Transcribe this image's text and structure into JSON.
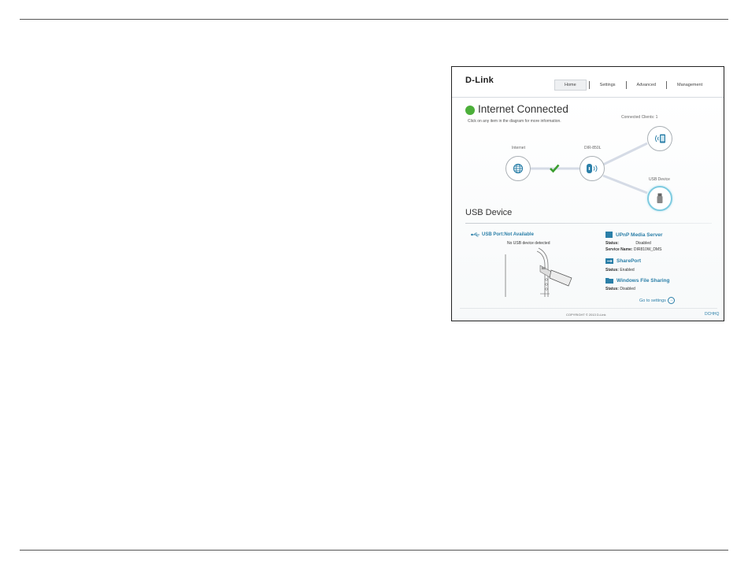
{
  "header": {
    "logo": "D-Link",
    "tabs": [
      {
        "label": "Home",
        "active": true
      },
      {
        "label": "Settings",
        "active": false
      },
      {
        "label": "Advanced",
        "active": false
      },
      {
        "label": "Management",
        "active": false
      }
    ]
  },
  "status": {
    "title": "Internet Connected",
    "hint": "Click on any item in the diagram for more information."
  },
  "diagram": {
    "internet_label": "Internet",
    "router_label": "DIR-850L",
    "clients_label": "Connected Clients: 1",
    "usb_label": "USB Device"
  },
  "usb": {
    "section_title": "USB Device",
    "port_label": "USB Port:",
    "port_value": "Not Available",
    "note": "No USB device detected"
  },
  "services": {
    "upnp": {
      "name": "UPnP Media Server",
      "status_label": "Status:",
      "status_value": "Disabled",
      "service_label": "Service Name:",
      "service_value": "DIR810W_DMS"
    },
    "shareport": {
      "name": "SharePort",
      "status_label": "Status:",
      "status_value": "Enabled"
    },
    "windows": {
      "name": "Windows File Sharing",
      "status_label": "Status:",
      "status_value": "Disabled"
    }
  },
  "go_to_settings": "Go to settings",
  "footer": {
    "copyright": "COPYRIGHT © 2013 D-Link",
    "brand": "DCHHQ"
  },
  "colors": {
    "accent": "#2b7fa8",
    "connected": "#4caf3a",
    "selected_ring": "#7fcbe0"
  }
}
